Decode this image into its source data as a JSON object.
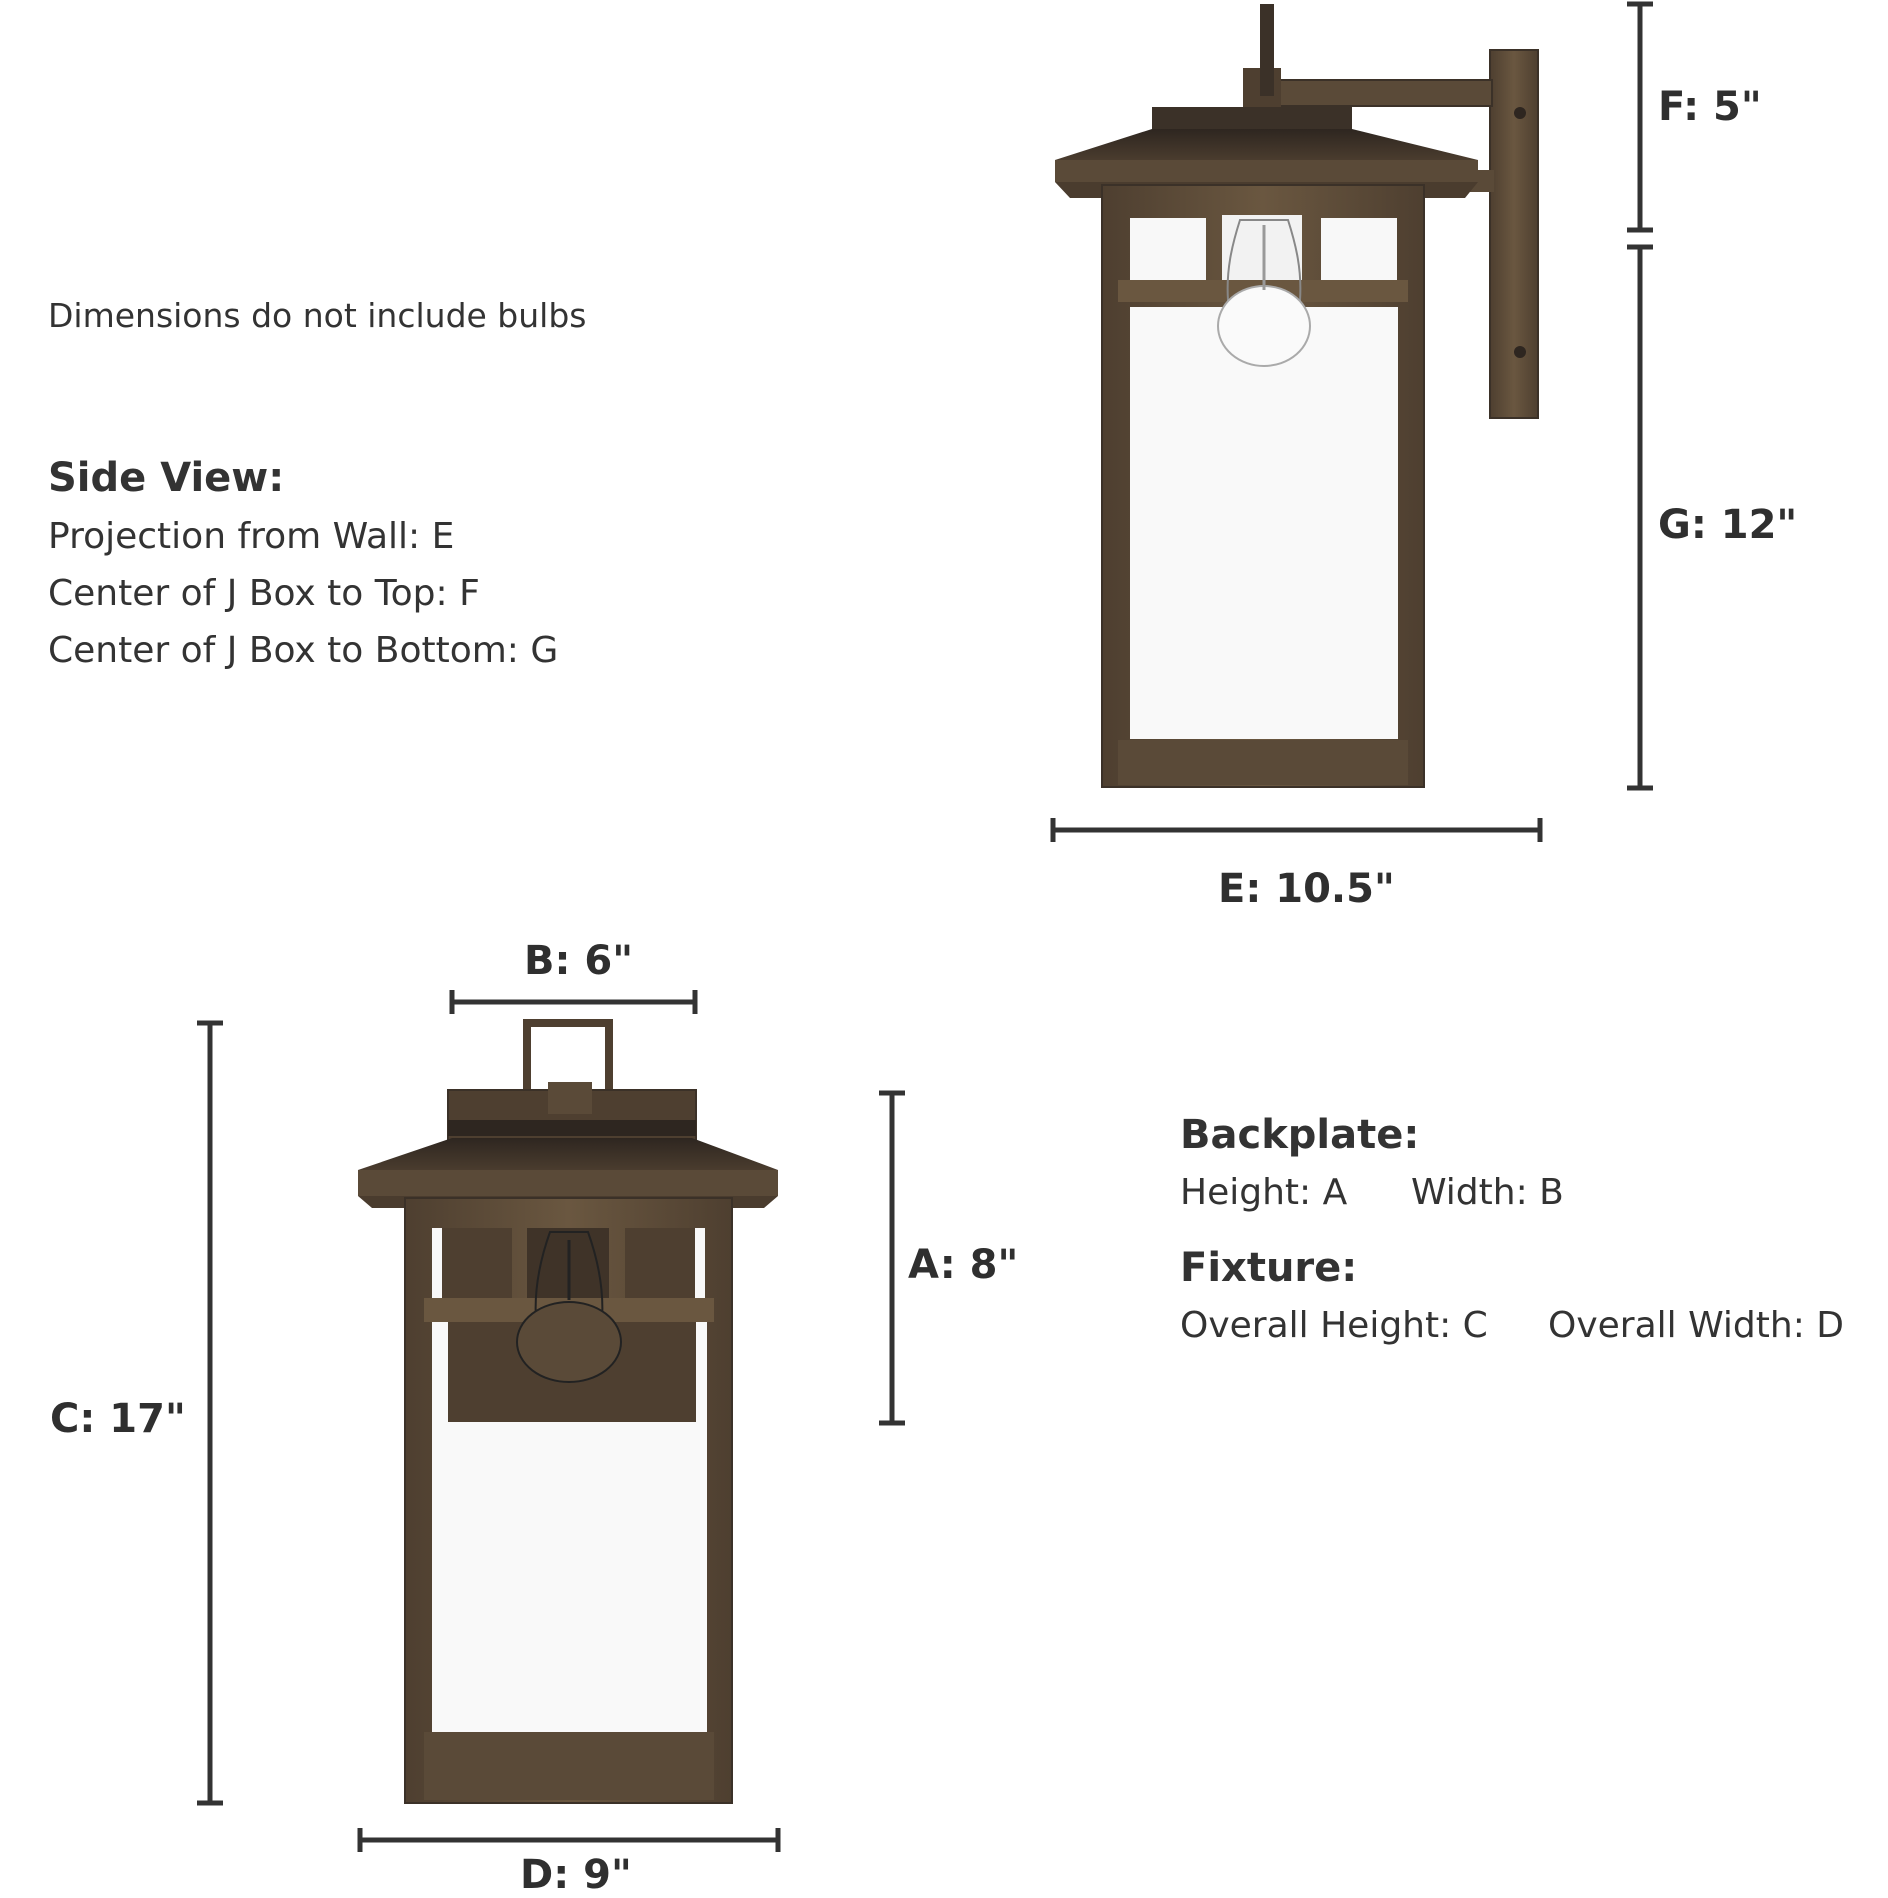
{
  "notes": {
    "bulbs": "Dimensions do not include bulbs"
  },
  "side_view": {
    "heading": "Side View:",
    "lines": [
      "Projection from Wall: E",
      "Center of J Box to Top: F",
      "Center of J Box to Bottom: G"
    ]
  },
  "backplate": {
    "heading": "Backplate:",
    "height": "Height: A",
    "width": "Width: B"
  },
  "fixture": {
    "heading": "Fixture:",
    "overall_height": "Overall Height: C",
    "overall_width": "Overall Width: D"
  },
  "dimensions": {
    "A": "A: 8\"",
    "B": "B: 6\"",
    "C": "C: 17\"",
    "D": "D: 9\"",
    "E": "E: 10.5\"",
    "F": "F: 5\"",
    "G": "G: 12\""
  },
  "colors": {
    "bronze": "#5a4a38",
    "bronze_dark": "#3b3128",
    "dimension_line": "#333333",
    "glass": "#f8f8f8"
  }
}
